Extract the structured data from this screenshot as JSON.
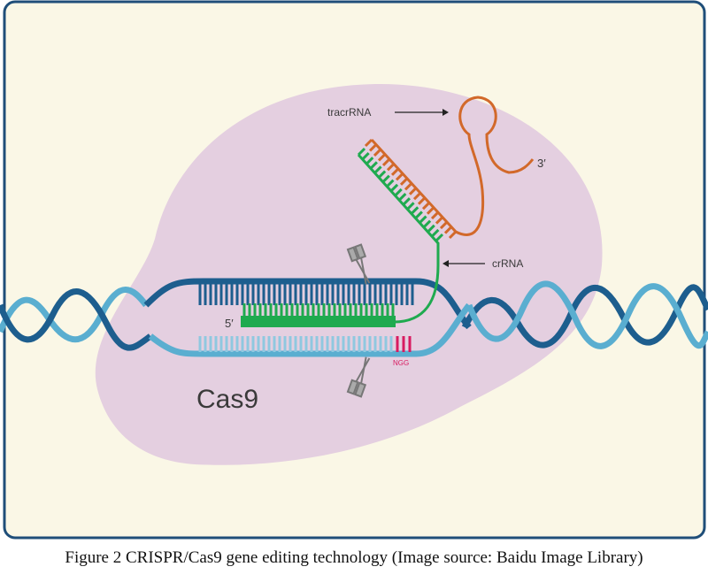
{
  "figure": {
    "labels": {
      "tracrRNA": "tracrRNA",
      "crRNA": "crRNA",
      "five_prime": "5′",
      "three_prime": "3′",
      "pam": "NGG",
      "protein": "Cas9"
    },
    "colors": {
      "background": "#faf7e6",
      "frame": "#1f4e79",
      "cas9": "#e4cfe0",
      "dna_dark": "#1d5e8e",
      "dna_light": "#5aaed0",
      "crRNA": "#1faa4f",
      "tracrRNA": "#d2692a",
      "pam": "#d81b60",
      "scissors": "#8a8a8a"
    }
  },
  "caption": "Figure 2 CRISPR/Cas9 gene editing technology (Image source: Baidu Image Library)"
}
